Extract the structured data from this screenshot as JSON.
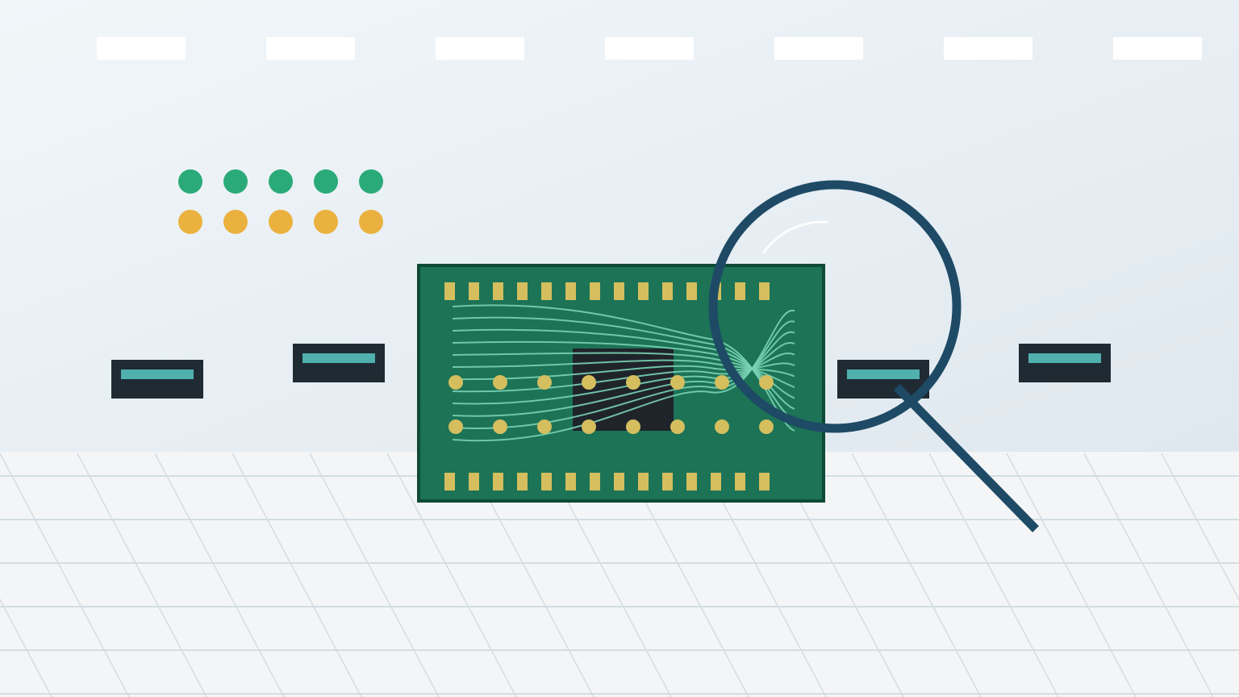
{
  "colors": {
    "sky_start": "#f1f6f9",
    "sky_end": "#dfe8ef",
    "floor": "#f4f5f6",
    "floor_lines": "#d3dde3",
    "lane_marks": "#ffffff",
    "status_green": "#2aaa78",
    "status_amber": "#ebb13f",
    "connector_body": "#1f2a33",
    "connector_pins": "#4fb0ad",
    "board": "#1c7356",
    "board_border": "#0e4a34",
    "pads": "#d4be5e",
    "traces": "#7ad2b4",
    "chip": "#1f242b",
    "magnifier": "#1e4a66",
    "glint": "#ffffff"
  },
  "icons": {
    "board": "circuit-board-icon",
    "magnifier": "magnifier-icon",
    "connector": "connector-port-icon",
    "chip": "chip-icon"
  },
  "indicators": {
    "green_count": 5,
    "amber_count": 5
  },
  "board": {
    "top_pad_count": 14,
    "bottom_pad_count": 14,
    "solder_dot_count_per_row": 8,
    "trace_count": 12
  },
  "lane_mark_count": 7,
  "connector_count": 4
}
